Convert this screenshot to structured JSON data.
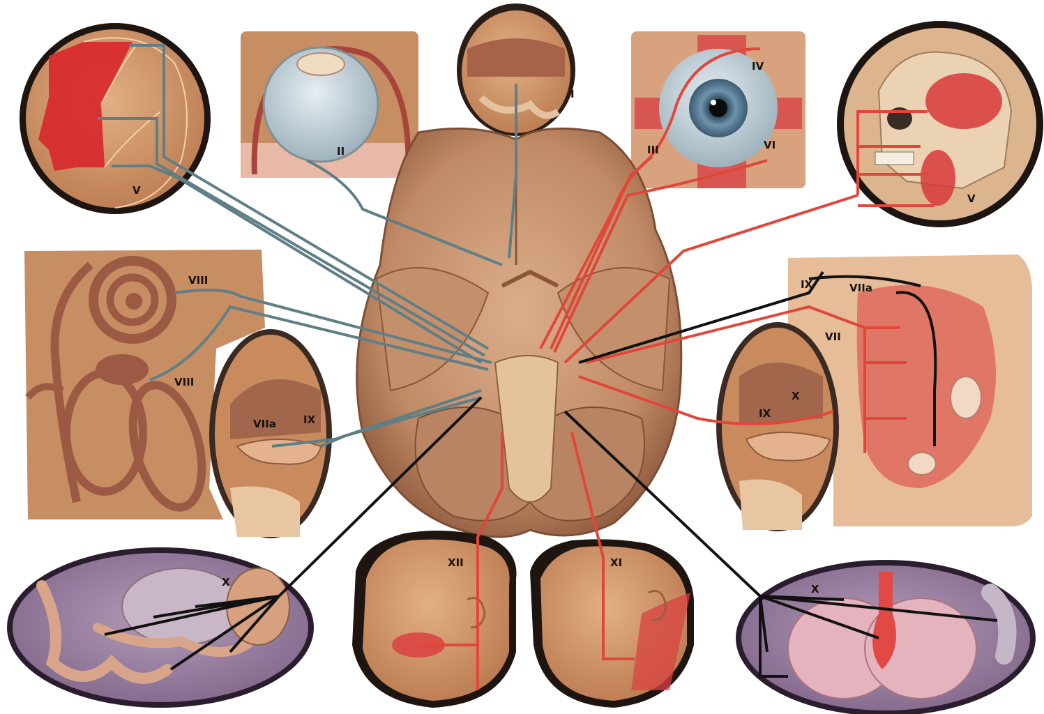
{
  "diagram": {
    "labels": {
      "cn1": "I",
      "cn2": "II",
      "cn3": "III",
      "cn4": "IV",
      "cn6": "VI",
      "cn5_left": "V",
      "cn5_right": "V",
      "cn8_cochlear": "VIII",
      "cn8_vestibular": "VIII",
      "cn7a_tongue": "VIIa",
      "cn9_tongue": "IX",
      "cn9_face": "IX",
      "cn7a_face": "VIIa",
      "cn7_face": "VII",
      "cn10_pharynx": "X",
      "cn9_pharynx": "IX",
      "cn10_abdomen": "X",
      "cn12": "XII",
      "cn11": "XI",
      "cn10_thorax": "X"
    },
    "colors": {
      "sensory_nerve": "#5f7f86",
      "motor_nerve": "#e0463a",
      "autonomic_nerve": "#111111",
      "brain": "#c89372",
      "skin": "#c98f63",
      "visceral_background": "#9a84a3"
    }
  }
}
